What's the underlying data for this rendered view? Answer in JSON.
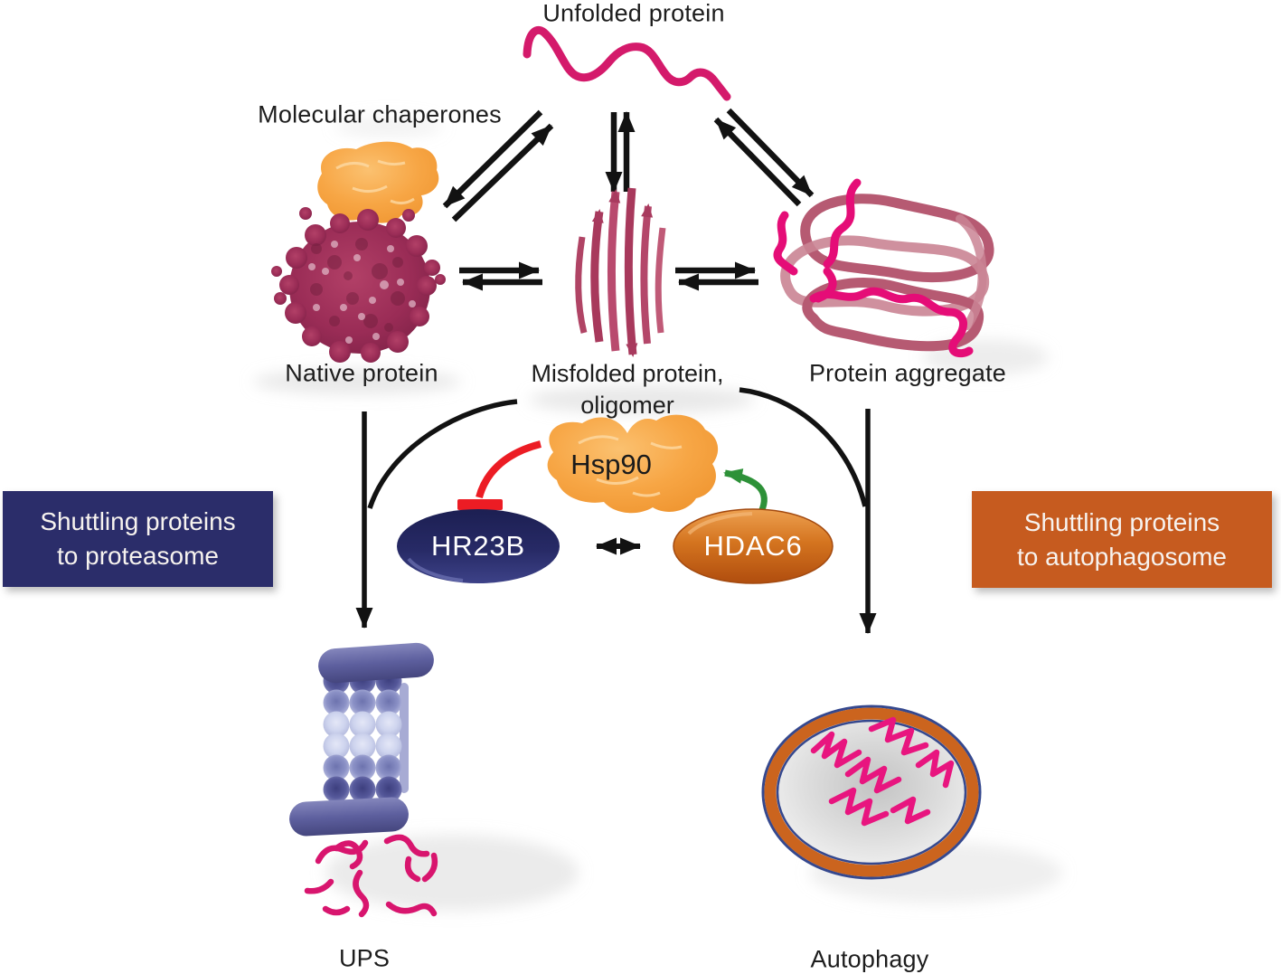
{
  "labels": {
    "unfolded_protein": "Unfolded protein",
    "molecular_chaperones": "Molecular chaperones",
    "native_protein": "Native protein",
    "misfolded_line1": "Misfolded protein,",
    "misfolded_line2": "oligomer",
    "protein_aggregate": "Protein aggregate",
    "hsp90": "Hsp90",
    "hr23b": "HR23B",
    "hdac6": "HDAC6",
    "ups": "UPS",
    "autophagy": "Autophagy"
  },
  "callout_left": {
    "line1": "Shuttling proteins",
    "line2": "to proteasome"
  },
  "callout_right": {
    "line1": "Shuttling proteins",
    "line2": "to autophagosome"
  },
  "colors": {
    "unfolded_magenta": "#d41a6b",
    "ribbon_raspberry": "#b04465",
    "aggregate_rose": "#b85a72",
    "aggregate_bright": "#e50d77",
    "chaperone_orange": "#f6a341",
    "hr23b_navy": "#272a66",
    "hdac6_orange": "#cd671f",
    "callout_navy": "#2b2d6a",
    "callout_orange": "#c65b1f",
    "inhibition_red": "#ec1c24",
    "activation_green": "#2d9138",
    "arrow_black": "#121212",
    "proteasome_violet": "#5d5f9e"
  }
}
